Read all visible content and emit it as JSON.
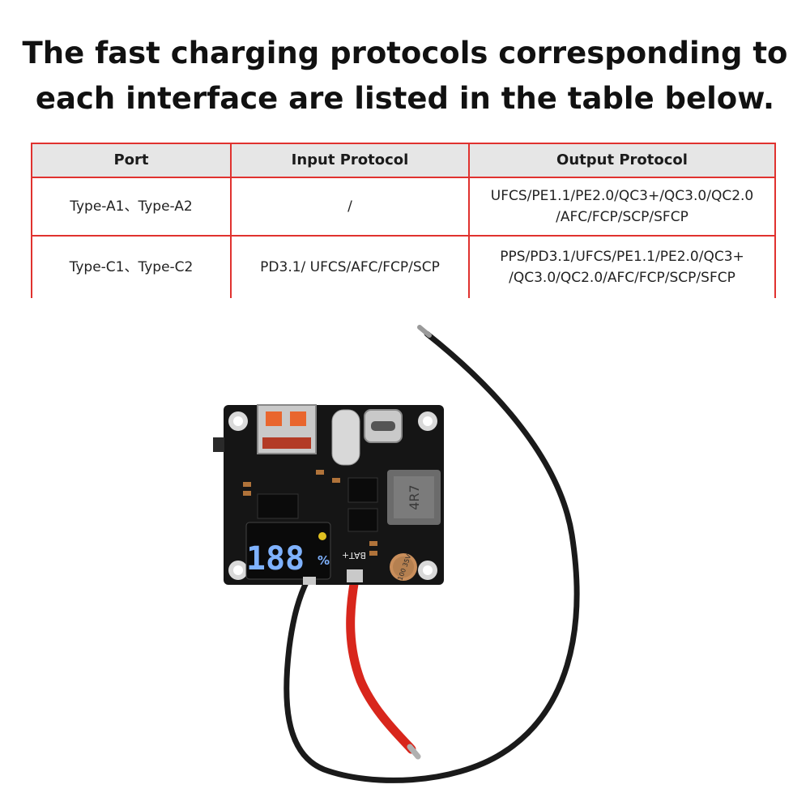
{
  "heading": {
    "line1": "The fast charging protocols corresponding to",
    "line2": "each interface are listed in the table below."
  },
  "table": {
    "headers": [
      "Port",
      "Input Protocol",
      "Output Protocol"
    ],
    "rows": [
      {
        "port": "Type-A1、Type-A2",
        "input": "/",
        "output_line1": "UFCS/PE1.1/PE2.0/QC3+/QC3.0/QC2.0",
        "output_line2": "/AFC/FCP/SCP/SFCP"
      },
      {
        "port": "Type-C1、Type-C2",
        "input": "PD3.1/ UFCS/AFC/FCP/SCP",
        "output_line1": "PPS/PD3.1/UFCS/PE1.1/PE2.0/QC3+",
        "output_line2": "/QC3.0/QC2.0/AFC/FCP/SCP/SFCP"
      }
    ]
  },
  "board": {
    "display_digits": "188",
    "display_unit": "%",
    "inductor_label": "4R7",
    "capacitor_label": "100 35V",
    "battery_label": "BAT+",
    "display_color": "#7fb2ff",
    "wire_red": "#d8261c",
    "wire_black": "#1a1a1a",
    "pcb_color": "#151515"
  }
}
